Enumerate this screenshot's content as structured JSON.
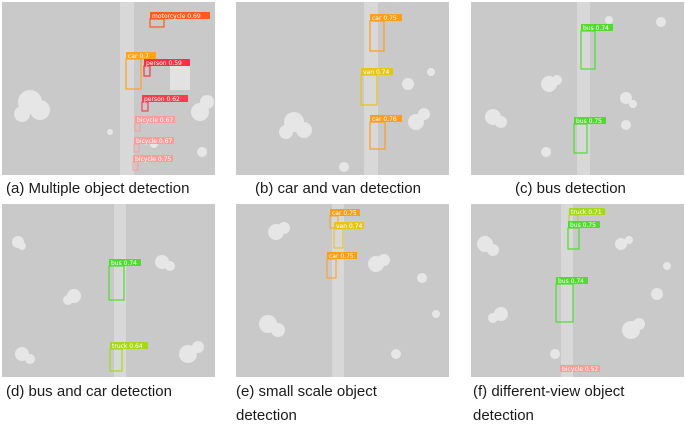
{
  "panels": [
    {
      "caption": "(a) Multiple object detection",
      "detections": [
        {
          "label": "motorcycle 0.69",
          "color": "#ff5a1e"
        },
        {
          "label": "car 0.7",
          "color": "#ffa31a"
        },
        {
          "label": "person 0.59",
          "color": "#ff2f3b"
        },
        {
          "label": "person 0.62",
          "color": "#ff3b50"
        },
        {
          "label": "bicycle 0.67",
          "color": "#ff9a9a"
        },
        {
          "label": "bicycle 0.67",
          "color": "#ff9a9a"
        },
        {
          "label": "bicycle 0.75",
          "color": "#ff9a9a"
        }
      ]
    },
    {
      "caption": "(b) car and van detection",
      "detections": [
        {
          "label": "car 0.75",
          "color": "#ff9d1a"
        },
        {
          "label": "van 0.74",
          "color": "#e6c41a"
        },
        {
          "label": "car 0.76",
          "color": "#ff9d1a"
        }
      ]
    },
    {
      "caption": "(c) bus detection",
      "detections": [
        {
          "label": "bus 0.74",
          "color": "#4fdc2f"
        },
        {
          "label": "bus 0.75",
          "color": "#4fdc2f"
        }
      ]
    },
    {
      "caption": "(d) bus and car detection",
      "detections": [
        {
          "label": "bus 0.74",
          "color": "#4fdc2f"
        },
        {
          "label": "truck 0.64",
          "color": "#a6d81a"
        }
      ]
    },
    {
      "caption": "(e) small scale object detection",
      "detections": [
        {
          "label": "car 0.75",
          "color": "#ff9d1a"
        },
        {
          "label": "van 0.74",
          "color": "#e6c41a"
        },
        {
          "label": "car 0.75",
          "color": "#ff9d1a"
        }
      ]
    },
    {
      "caption": "(f) different-view object detection",
      "detections": [
        {
          "label": "truck 0.71",
          "color": "#a6d81a"
        },
        {
          "label": "bus 0.75",
          "color": "#4fdc2f"
        },
        {
          "label": "bus 0.74",
          "color": "#4fdc2f"
        },
        {
          "label": "bicycle 0.52",
          "color": "#ff9a9a"
        }
      ]
    }
  ]
}
